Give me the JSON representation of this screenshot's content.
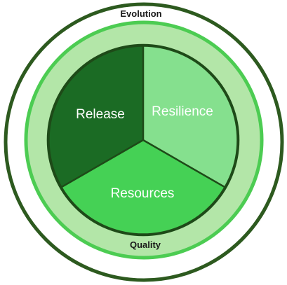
{
  "diagram": {
    "outer_ring": {
      "label": "Evolution",
      "stroke_color": "#2d5a1f",
      "fill_color": "#ffffff"
    },
    "middle_ring": {
      "label": "Quality",
      "stroke_color": "#4ccc52",
      "fill_color": "#b3e6a8"
    },
    "inner_circle": {
      "stroke_color": "#1e4a18",
      "segments": [
        {
          "label": "Release",
          "color": "#1b6b24"
        },
        {
          "label": "Resilience",
          "color": "#85e08e"
        },
        {
          "label": "Resources",
          "color": "#45d155"
        }
      ]
    }
  }
}
